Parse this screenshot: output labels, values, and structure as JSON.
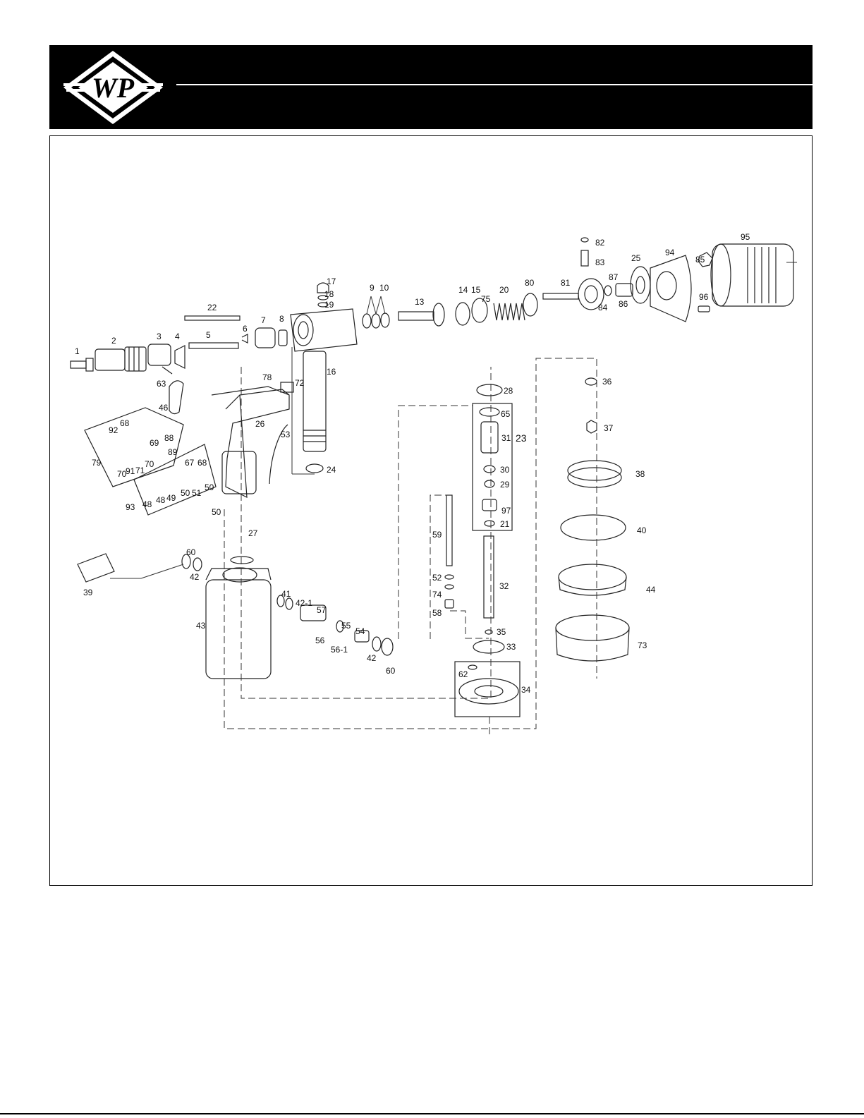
{
  "header": {
    "logo_icon": "wp-diamond-logo-icon",
    "logo_letters": "WP",
    "background": "#000000"
  },
  "diagram": {
    "callouts": {
      "c1": "1",
      "c2": "2",
      "c3": "3",
      "c4": "4",
      "c5": "5",
      "c6": "6",
      "c7": "7",
      "c8": "8",
      "c9": "9",
      "c10": "10",
      "c13": "13",
      "c14": "14",
      "c15": "15",
      "c16": "16",
      "c17": "17",
      "c18": "18",
      "c19": "19",
      "c20": "20",
      "c21": "21",
      "c22": "22",
      "c23": "23",
      "c24": "24",
      "c25": "25",
      "c26": "26",
      "c27": "27",
      "c28": "28",
      "c29": "29",
      "c30": "30",
      "c31": "31",
      "c32": "32",
      "c33": "33",
      "c34": "34",
      "c35": "35",
      "c36": "36",
      "c37": "37",
      "c38": "38",
      "c39": "39",
      "c40": "40",
      "c41": "41",
      "c42a": "42",
      "c42b": "42",
      "c42c": "42",
      "c42_1": "42-1",
      "c43": "43",
      "c44": "44",
      "c46": "46",
      "c48a": "48",
      "c48b": "48",
      "c49": "49",
      "c50a": "50",
      "c50b": "50",
      "c50c": "50",
      "c51": "51",
      "c52": "52",
      "c53": "53",
      "c54": "54",
      "c55": "55",
      "c56": "56",
      "c56_1": "56-1",
      "c57": "57",
      "c58": "58",
      "c59": "59",
      "c60a": "60",
      "c60b": "60",
      "c62": "62",
      "c63": "63",
      "c65": "65",
      "c67": "67",
      "c68a": "68",
      "c68b": "68",
      "c69": "69",
      "c70a": "70",
      "c70b": "70",
      "c71": "71",
      "c72": "72",
      "c73": "73",
      "c74": "74",
      "c75": "75",
      "c78": "78",
      "c79": "79",
      "c80": "80",
      "c81": "81",
      "c82": "82",
      "c83": "83",
      "c84": "84",
      "c85": "85",
      "c86": "86",
      "c87": "87",
      "c88": "88",
      "c89": "89",
      "c91": "91",
      "c92": "92",
      "c93": "93",
      "c94": "94",
      "c95": "95",
      "c96": "96",
      "c97": "97"
    }
  }
}
